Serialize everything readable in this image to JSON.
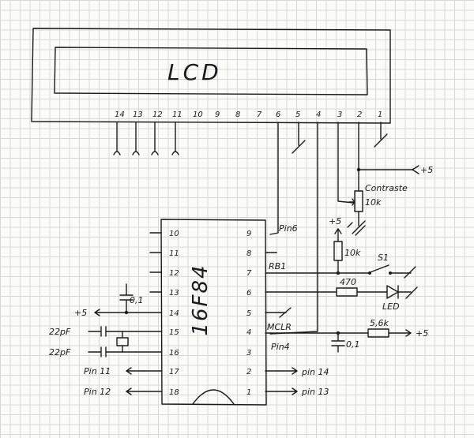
{
  "lcd": {
    "title": "LCD",
    "pins": [
      "14",
      "13",
      "12",
      "11",
      "10",
      "9",
      "8",
      "7",
      "6",
      "5",
      "4",
      "3",
      "2",
      "1"
    ]
  },
  "chip": {
    "name": "16F84",
    "left_pins": [
      "10",
      "11",
      "12",
      "13",
      "14",
      "15",
      "16",
      "17",
      "18"
    ],
    "right_pins": [
      "9",
      "8",
      "7",
      "6",
      "5",
      "4",
      "3",
      "2",
      "1"
    ]
  },
  "labels": {
    "pin6": "Pin6",
    "rb1": "RB1",
    "mclr": "MCLR",
    "pin4": "Pin4",
    "pin14": "pin 14",
    "pin13": "pin 13",
    "pin11": "Pin 11",
    "pin12": "Pin 12",
    "plus5_left": "+5",
    "cap_01_a": "0,1",
    "cap_22pf_a": "22pF",
    "cap_22pf_b": "22pF",
    "contrast": "Contraste",
    "pot_10k": "10k",
    "plus5_top": "+5",
    "plus5_mid": "+5",
    "res_10k": "10k",
    "s1": "S1",
    "r470": "470",
    "led": "LED",
    "r56k": "5,6k",
    "plus5_bottom": "+5",
    "cap_01_b": "0,1"
  }
}
